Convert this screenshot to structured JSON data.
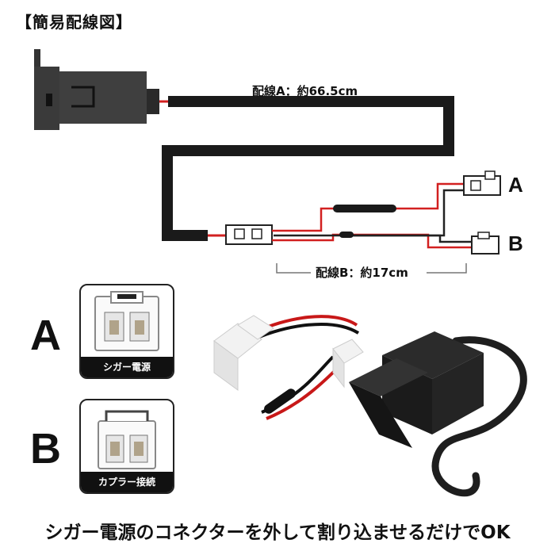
{
  "title": "【簡易配線図】",
  "wire_a": {
    "label": "配線A：約66.5cm"
  },
  "wire_b": {
    "label": "配線B：約17cm"
  },
  "ends": {
    "a": "A",
    "b": "B"
  },
  "connectors": [
    {
      "letter": "A",
      "caption": "シガー電源"
    },
    {
      "letter": "B",
      "caption": "カプラー接続"
    }
  ],
  "footer": "シガー電源のコネクターを外して割り込ませるだけでOK",
  "colors": {
    "cable": "#1a1a1a",
    "red_wire": "#d22020",
    "module": "#3a3a3a"
  }
}
